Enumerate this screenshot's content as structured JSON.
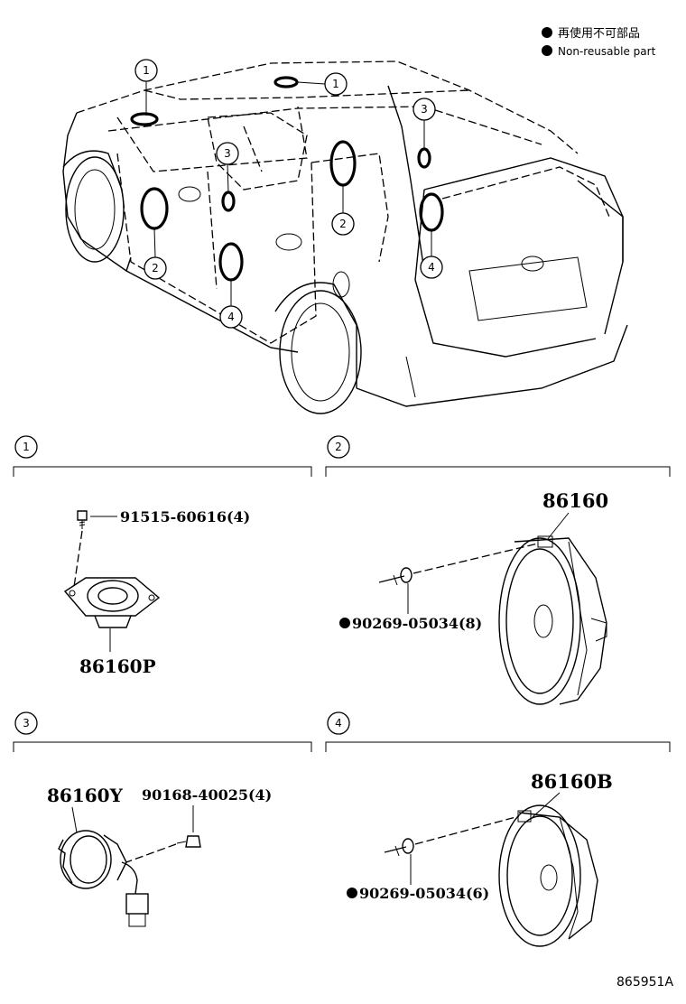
{
  "legend": {
    "line1": "再使用不可部品",
    "line2": "Non-reusable part"
  },
  "callouts": {
    "c1": "1",
    "c2": "2",
    "c3": "3",
    "c4": "4"
  },
  "sections": [
    {
      "number": "1",
      "main_part": "86160P",
      "fastener": "91515-60616(4)"
    },
    {
      "number": "2",
      "main_part": "86160",
      "fastener": "90269-05034(8)",
      "fastener_non_reusable": true
    },
    {
      "number": "3",
      "main_part": "86160Y",
      "fastener": "90168-40025(4)"
    },
    {
      "number": "4",
      "main_part": "86160B",
      "fastener": "90269-05034(6)",
      "fastener_non_reusable": true
    }
  ],
  "diagram_id": "865951A"
}
